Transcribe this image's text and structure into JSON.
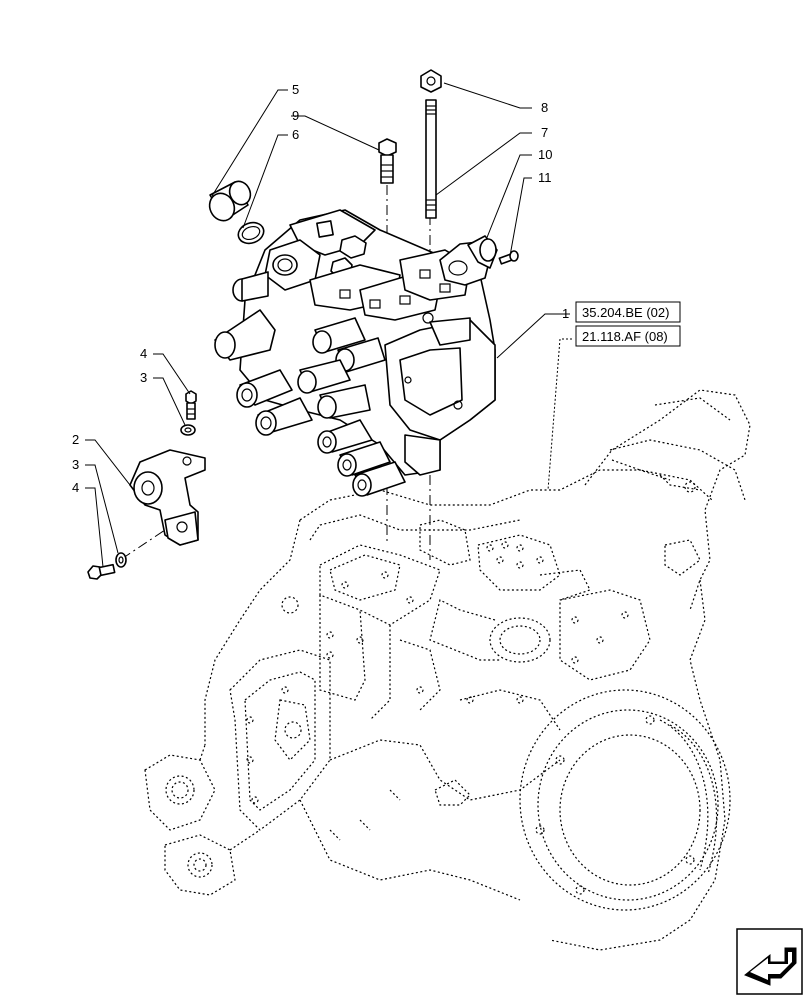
{
  "callouts": {
    "c1": "1",
    "c2": "2",
    "c3a": "3",
    "c3b": "3",
    "c4a": "4",
    "c4b": "4",
    "c5": "5",
    "c6": "6",
    "c7": "7",
    "c8": "8",
    "c9": "9",
    "c10": "10",
    "c11": "11"
  },
  "references": {
    "ref1": "35.204.BE (02)",
    "ref2": "21.118.AF (08)"
  },
  "icons": {
    "nav": "next-page-arrow-icon"
  }
}
